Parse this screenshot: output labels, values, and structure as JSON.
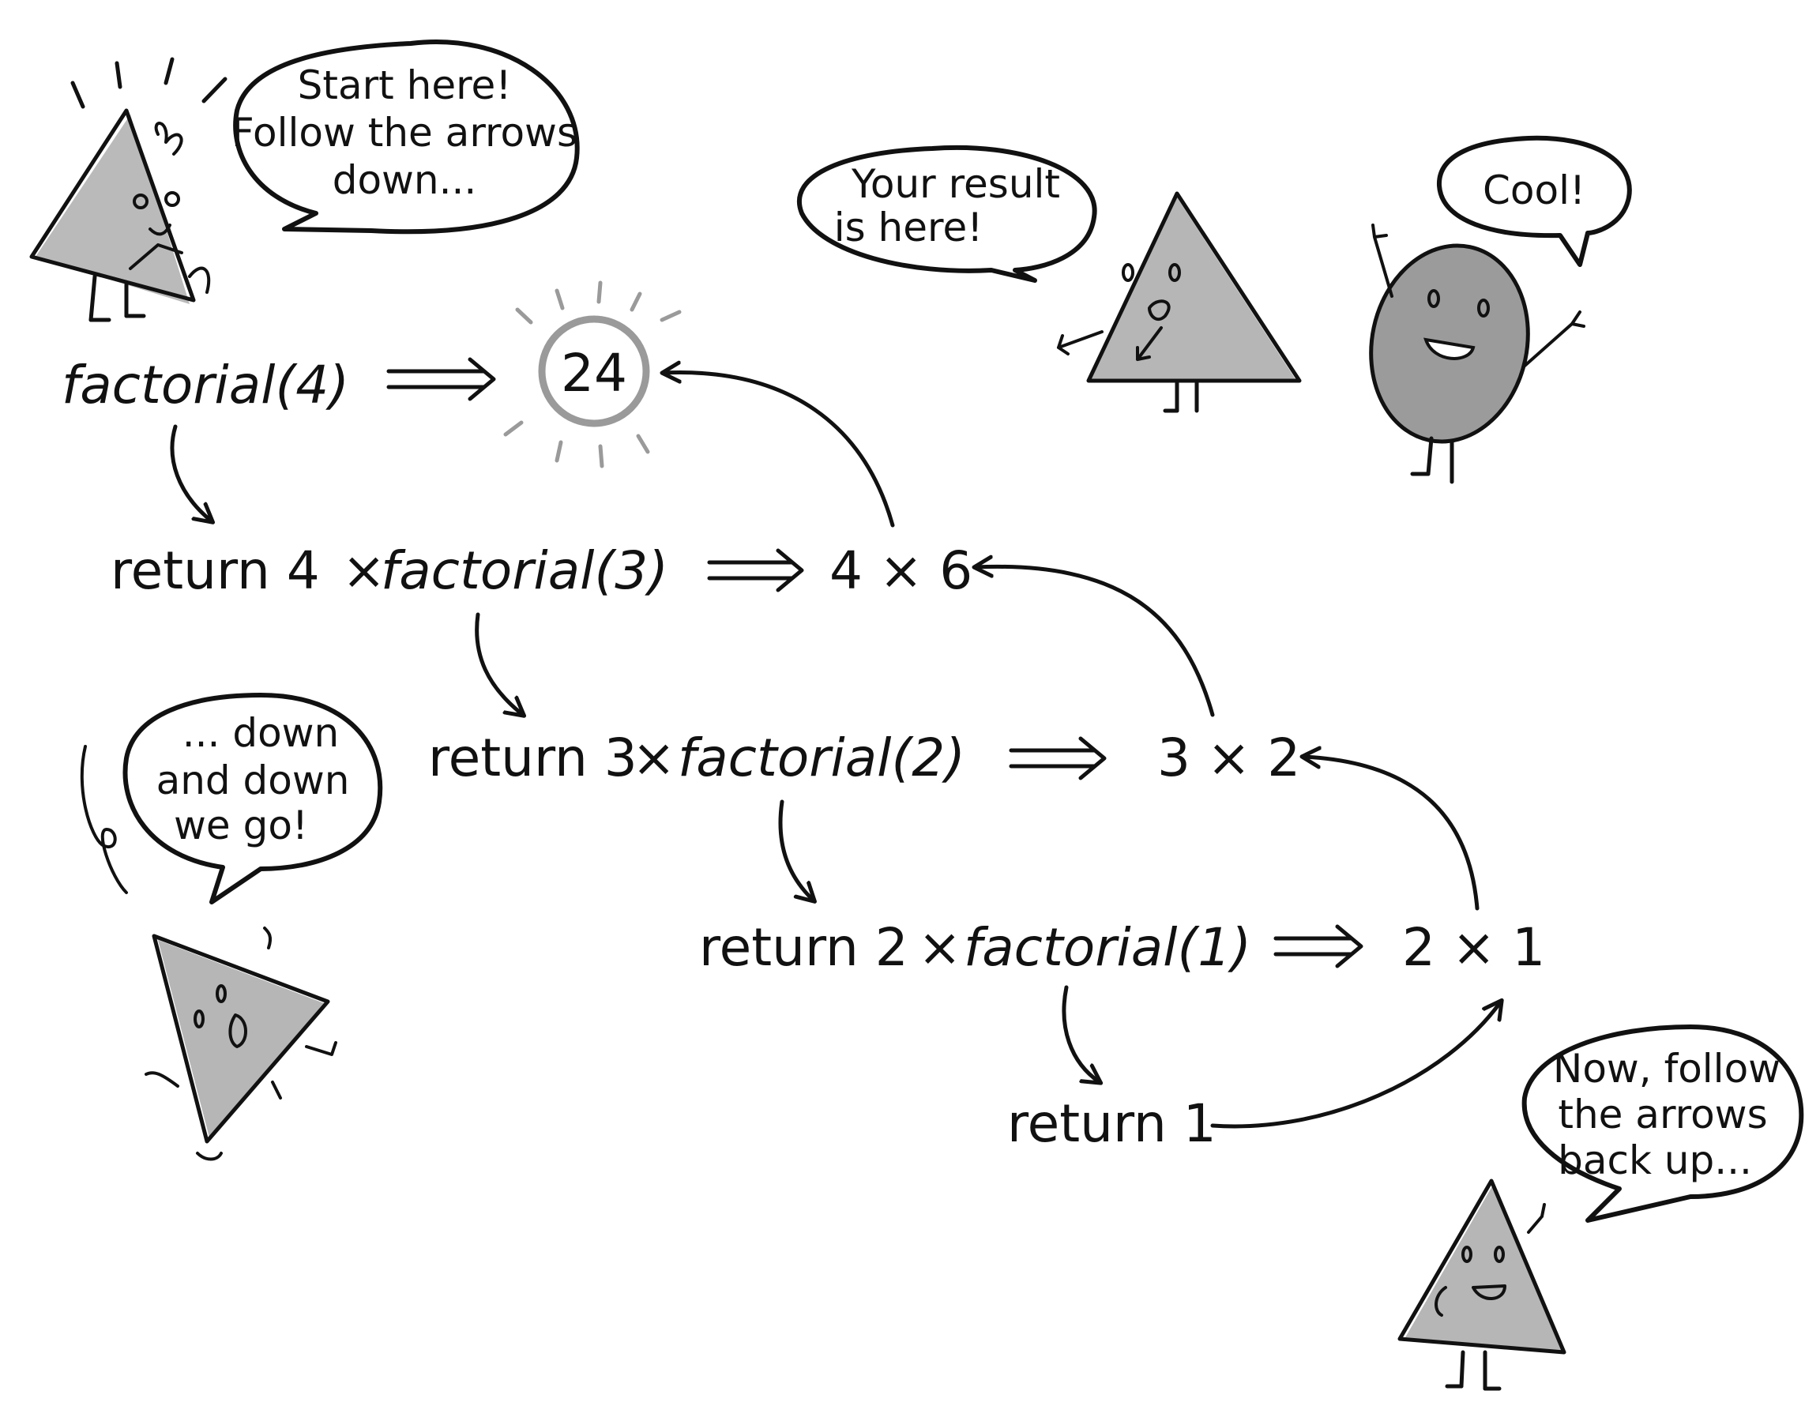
{
  "colors": {
    "ink": "#111111",
    "shade": "#a9a9a9",
    "highlight_ring": "#9a9a9a"
  },
  "bubbles": {
    "start": [
      "Start here!",
      "Follow the arrows",
      "down..."
    ],
    "down": [
      "... down",
      "and down",
      "we go!"
    ],
    "result": [
      "Your result",
      "is here!"
    ],
    "cool": [
      "Cool!"
    ],
    "back_up": [
      "Now, follow",
      "the arrows",
      "back up..."
    ]
  },
  "steps": {
    "call": "factorial(4)",
    "result": "24",
    "r4_pre": "return 4",
    "r4_call": "factorial(3)",
    "r4_val": "4 × 6",
    "r3_pre": "return 3",
    "r3_call": "factorial(2)",
    "r3_val": "3 × 2",
    "r2_pre": "return 2",
    "r2_call": "factorial(1)",
    "r2_val": "2 × 1",
    "r1": "return 1",
    "times": "×"
  },
  "characters": [
    {
      "shape": "triangle",
      "role": "guide-start"
    },
    {
      "shape": "triangle",
      "role": "guide-result"
    },
    {
      "shape": "oval",
      "role": "cheer"
    },
    {
      "shape": "triangle",
      "role": "falling"
    },
    {
      "shape": "triangle",
      "role": "guide-back-up"
    }
  ]
}
